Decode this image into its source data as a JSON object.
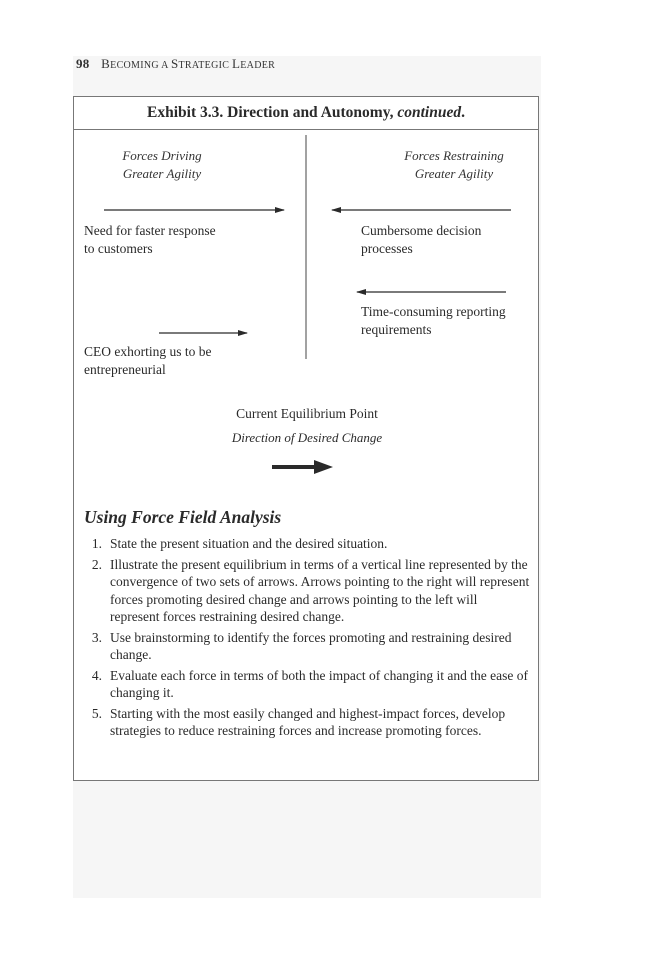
{
  "running_head": {
    "page_number": "98",
    "title_parts": [
      {
        "text": "B",
        "size": "big"
      },
      {
        "text": "ECOMING A ",
        "size": "sm"
      },
      {
        "text": "S",
        "size": "big"
      },
      {
        "text": "TRATEGIC ",
        "size": "sm"
      },
      {
        "text": "L",
        "size": "big"
      },
      {
        "text": "EADER",
        "size": "sm"
      }
    ]
  },
  "exhibit": {
    "title": "Exhibit 3.3.  Direction and Autonomy, ",
    "title_emphasis": "continued",
    "title_end": "."
  },
  "force_field": {
    "left_heading_line1": "Forces Driving",
    "left_heading_line2": "Greater Agility",
    "right_heading_line1": "Forces Restraining",
    "right_heading_line2": "Greater Agility",
    "driving_forces": [
      {
        "line1": "Need for faster response",
        "line2": "to customers"
      },
      {
        "line1": "CEO exhorting us to be",
        "line2": "entrepreneurial"
      }
    ],
    "restraining_forces": [
      {
        "line1": "Cumbersome decision",
        "line2": "processes"
      },
      {
        "line1": "Time-consuming reporting",
        "line2": "requirements"
      }
    ],
    "equilibrium_label": "Current Equilibrium Point",
    "desired_change_label": "Direction of Desired Change"
  },
  "section": {
    "title": "Using Force Field Analysis",
    "steps": [
      {
        "num": "1.",
        "text": "State the present situation and the desired situation."
      },
      {
        "num": "2.",
        "text": "Illustrate the present equilibrium in terms of a vertical line represented by the convergence of two sets of arrows. Arrows pointing to the right will represent forces promoting desired change and arrows pointing to the left will represent forces restraining desired change."
      },
      {
        "num": "3.",
        "text": "Use brainstorming to identify the forces promoting and restraining desired change."
      },
      {
        "num": "4.",
        "text": "Evaluate each force in terms of both the impact of changing it and the ease of changing it."
      },
      {
        "num": "5.",
        "text": "Starting with the most easily changed and highest-impact forces, develop strategies to reduce restraining forces and increase promoting forces."
      }
    ]
  },
  "colors": {
    "text": "#2a2a2a",
    "border": "#777777",
    "page_shade": "#f6f6f6"
  }
}
